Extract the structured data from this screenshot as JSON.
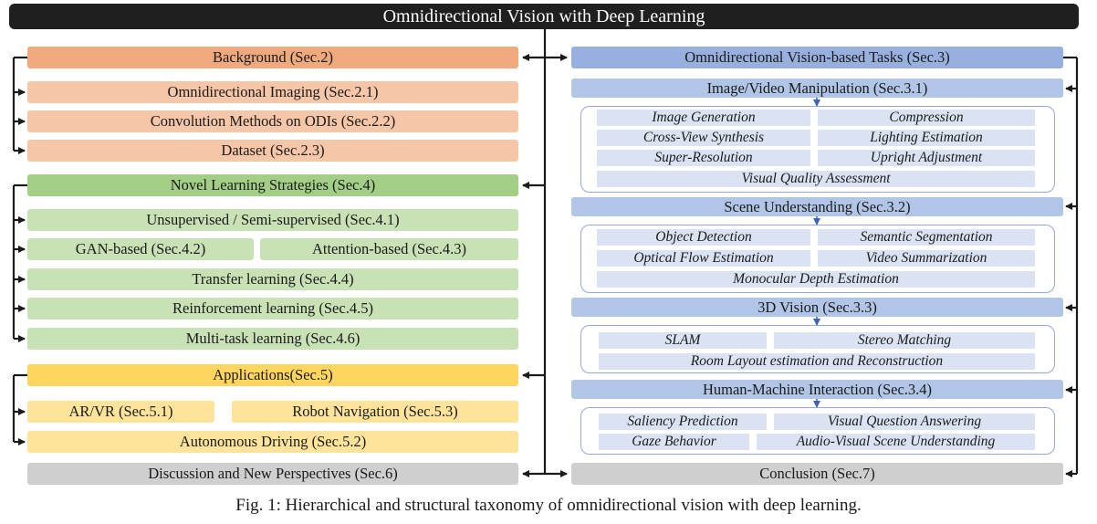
{
  "title": "Omnidirectional Vision with Deep Learning",
  "caption": "Fig. 1: Hierarchical and structural taxonomy of omnidirectional vision with deep learning.",
  "left": {
    "background": {
      "header": "Background  (Sec.2)",
      "items": [
        "Omnidirectional Imaging  (Sec.2.1)",
        "Convolution Methods  on ODIs (Sec.2.2)",
        "Dataset  (Sec.2.3)"
      ]
    },
    "learning": {
      "header": "Novel Learning Strategies   (Sec.4)",
      "items": [
        "Unsupervised / Semi-supervised (Sec.4.1)",
        "GAN-based (Sec.4.2)",
        "Attention-based (Sec.4.3)",
        "Transfer learning (Sec.4.4)",
        "Reinforcement learning (Sec.4.5)",
        "Multi-task learning (Sec.4.6)"
      ]
    },
    "applications": {
      "header": "Applications(Sec.5)",
      "items": [
        "AR/VR  (Sec.5.1)",
        "Robot Navigation  (Sec.5.3)",
        "Autonomous Driving  (Sec.5.2)"
      ]
    },
    "discussion": "Discussion and New Perspectives (Sec.6)"
  },
  "right": {
    "header": "Omnidirectional Vision-based Tasks  (Sec.3)",
    "manipulation": {
      "header": "Image/Video Manipulation (Sec.3.1)",
      "items": [
        "Image Generation",
        "Compression",
        "Cross-View Synthesis",
        "Lighting Estimation",
        "Super-Resolution",
        "Upright Adjustment",
        "Visual Quality Assessment"
      ]
    },
    "scene": {
      "header": "Scene Understanding  (Sec.3.2)",
      "items": [
        "Object Detection",
        "Semantic Segmentation",
        "Optical Flow Estimation",
        "Video Summarization",
        "Monocular Depth Estimation"
      ]
    },
    "vision3d": {
      "header": "3D Vision (Sec.3.3)",
      "items": [
        "SLAM",
        "Stereo Matching",
        "Room Layout estimation and Reconstruction"
      ]
    },
    "hmi": {
      "header": "Human-Machine Interaction  (Sec.3.4)",
      "items": [
        "Saliency Prediction",
        "Visual Question Answering",
        "Gaze Behavior",
        "Audio-Visual Scene Understanding"
      ]
    },
    "conclusion": "Conclusion  (Sec.7)"
  },
  "colors": {
    "title": "#1f1f1f",
    "background_header": "#eea97c",
    "background_item": "#f6c6a8",
    "learning_header": "#a3ce86",
    "learning_item": "#c8e2b6",
    "applications_header": "#fdd55f",
    "applications_item": "#fee49a",
    "gray": "#cfcfcf",
    "tasks_header": "#98b0dd",
    "tasks_item": "#dbe3f3"
  }
}
